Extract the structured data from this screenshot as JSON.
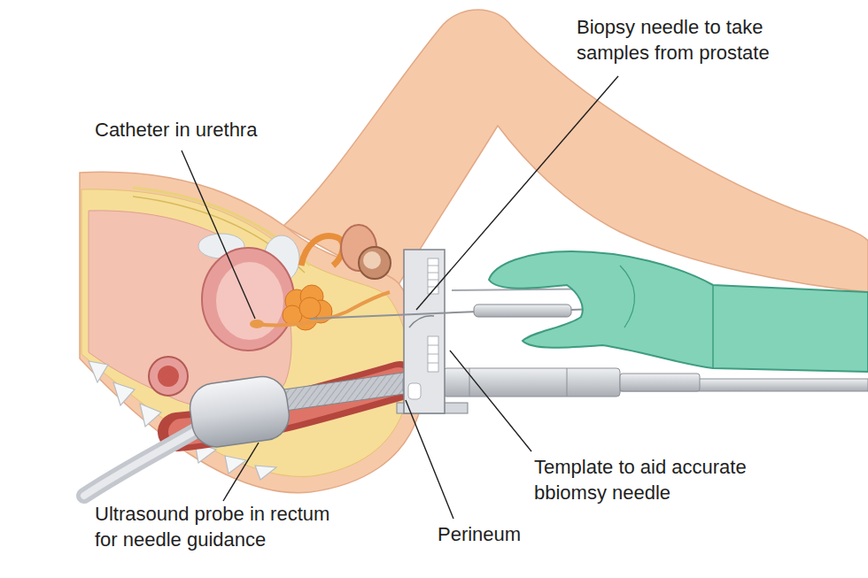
{
  "diagram": {
    "labels": [
      "Biopsy needle to take samples from prostate",
      "Catheter in urethra",
      "Template to aid accurate bbiomsy needle",
      "Ultrasound probe in rectum for needle guidance",
      "Perineum"
    ]
  }
}
